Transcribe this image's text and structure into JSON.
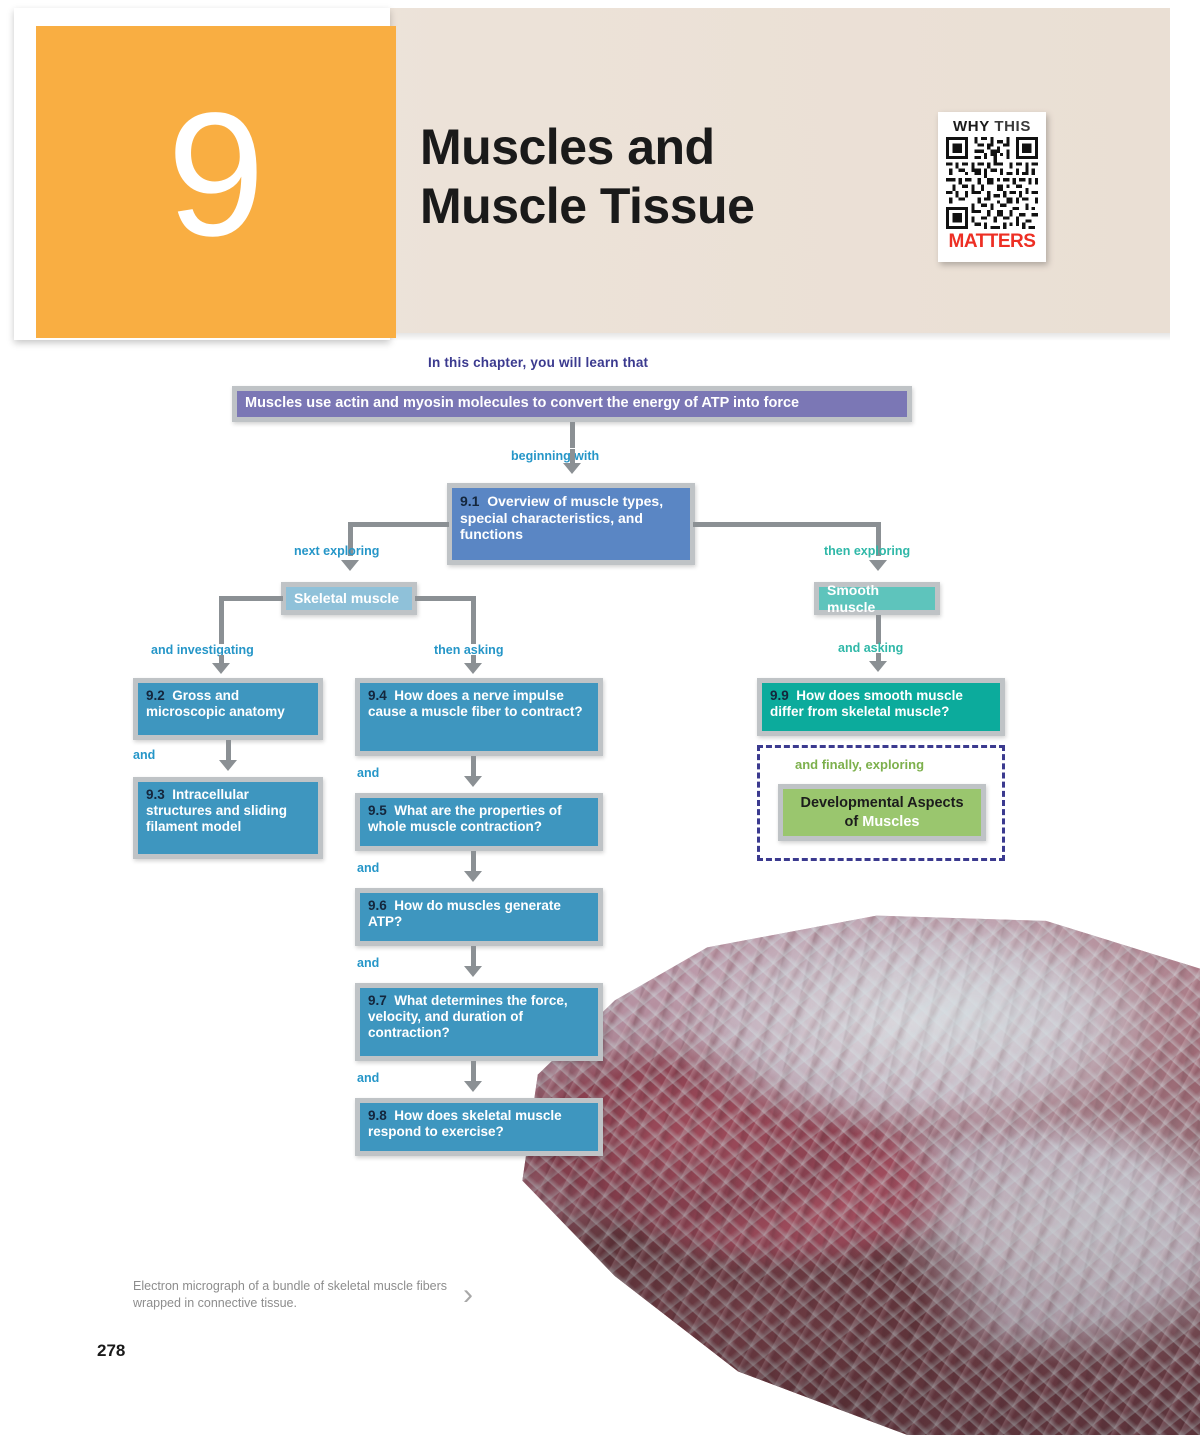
{
  "header": {
    "chapter_number": "9",
    "title_line1": "Muscles and",
    "title_line2": "Muscle Tissue",
    "badge": {
      "why": "WHY",
      "this": "THIS",
      "matters": "MATTERS",
      "icon": "qr-code-icon"
    },
    "accent_color": "#f9ae42",
    "band_color": "#ece2d8"
  },
  "flowchart": {
    "intro_label": "In this chapter, you will learn that",
    "top_box": {
      "text": "Muscles use actin and myosin molecules to convert the energy of ATP into force",
      "color": "#7b77b5"
    },
    "connector_beginning_with": "beginning with",
    "overview_box": {
      "number": "9.1",
      "text": "Overview of muscle types, special characteristics, and functions",
      "color": "#5a86c4"
    },
    "connector_next_exploring": "next exploring",
    "connector_then_exploring": "then exploring",
    "skeletal_box": {
      "text": "Skeletal muscle",
      "color": "#8fc1d9"
    },
    "smooth_box": {
      "text": "Smooth muscle",
      "color": "#5ec4bc"
    },
    "connector_and_investigating": "and investigating",
    "connector_then_asking": "then asking",
    "connector_and_asking": "and asking",
    "connector_and": "and",
    "connector_and_finally_exploring": "and finally, exploring",
    "left_boxes": [
      {
        "number": "9.2",
        "text": "Gross and microscopic anatomy",
        "color": "#3e96bf"
      },
      {
        "number": "9.3",
        "text": "Intracellular structures and sliding filament model",
        "color": "#3e96bf"
      }
    ],
    "center_boxes": [
      {
        "number": "9.4",
        "text": "How does a nerve impulse cause a muscle fiber to contract?",
        "color": "#3e96bf"
      },
      {
        "number": "9.5",
        "text": "What are the properties of whole muscle contraction?",
        "color": "#3e96bf"
      },
      {
        "number": "9.6",
        "text": "How do muscles generate ATP?",
        "color": "#3e96bf"
      },
      {
        "number": "9.7",
        "text": "What determines the force, velocity, and duration of contraction?",
        "color": "#3e96bf"
      },
      {
        "number": "9.8",
        "text": "How does skeletal muscle respond to exercise?",
        "color": "#3e96bf"
      }
    ],
    "right_box": {
      "number": "9.9",
      "text": "How does smooth muscle differ from skeletal muscle?",
      "color": "#0cab9c"
    },
    "developmental_box": {
      "line1": "Developmental Aspects",
      "line2_dark": "of ",
      "line2_light": "Muscles",
      "color": "#9ac66e"
    },
    "label_color_blue": "#2596c8",
    "label_color_teal": "#2fb8a8",
    "label_color_green": "#7db04c",
    "label_color_navy": "#3b3a8f",
    "connector_color": "#8b9094",
    "frame_color": "#bfc3c6"
  },
  "figure": {
    "caption": "Electron micrograph of a bundle of skeletal muscle fibers wrapped in connective tissue.",
    "chevron": "›"
  },
  "footer": {
    "page_number": "278"
  }
}
